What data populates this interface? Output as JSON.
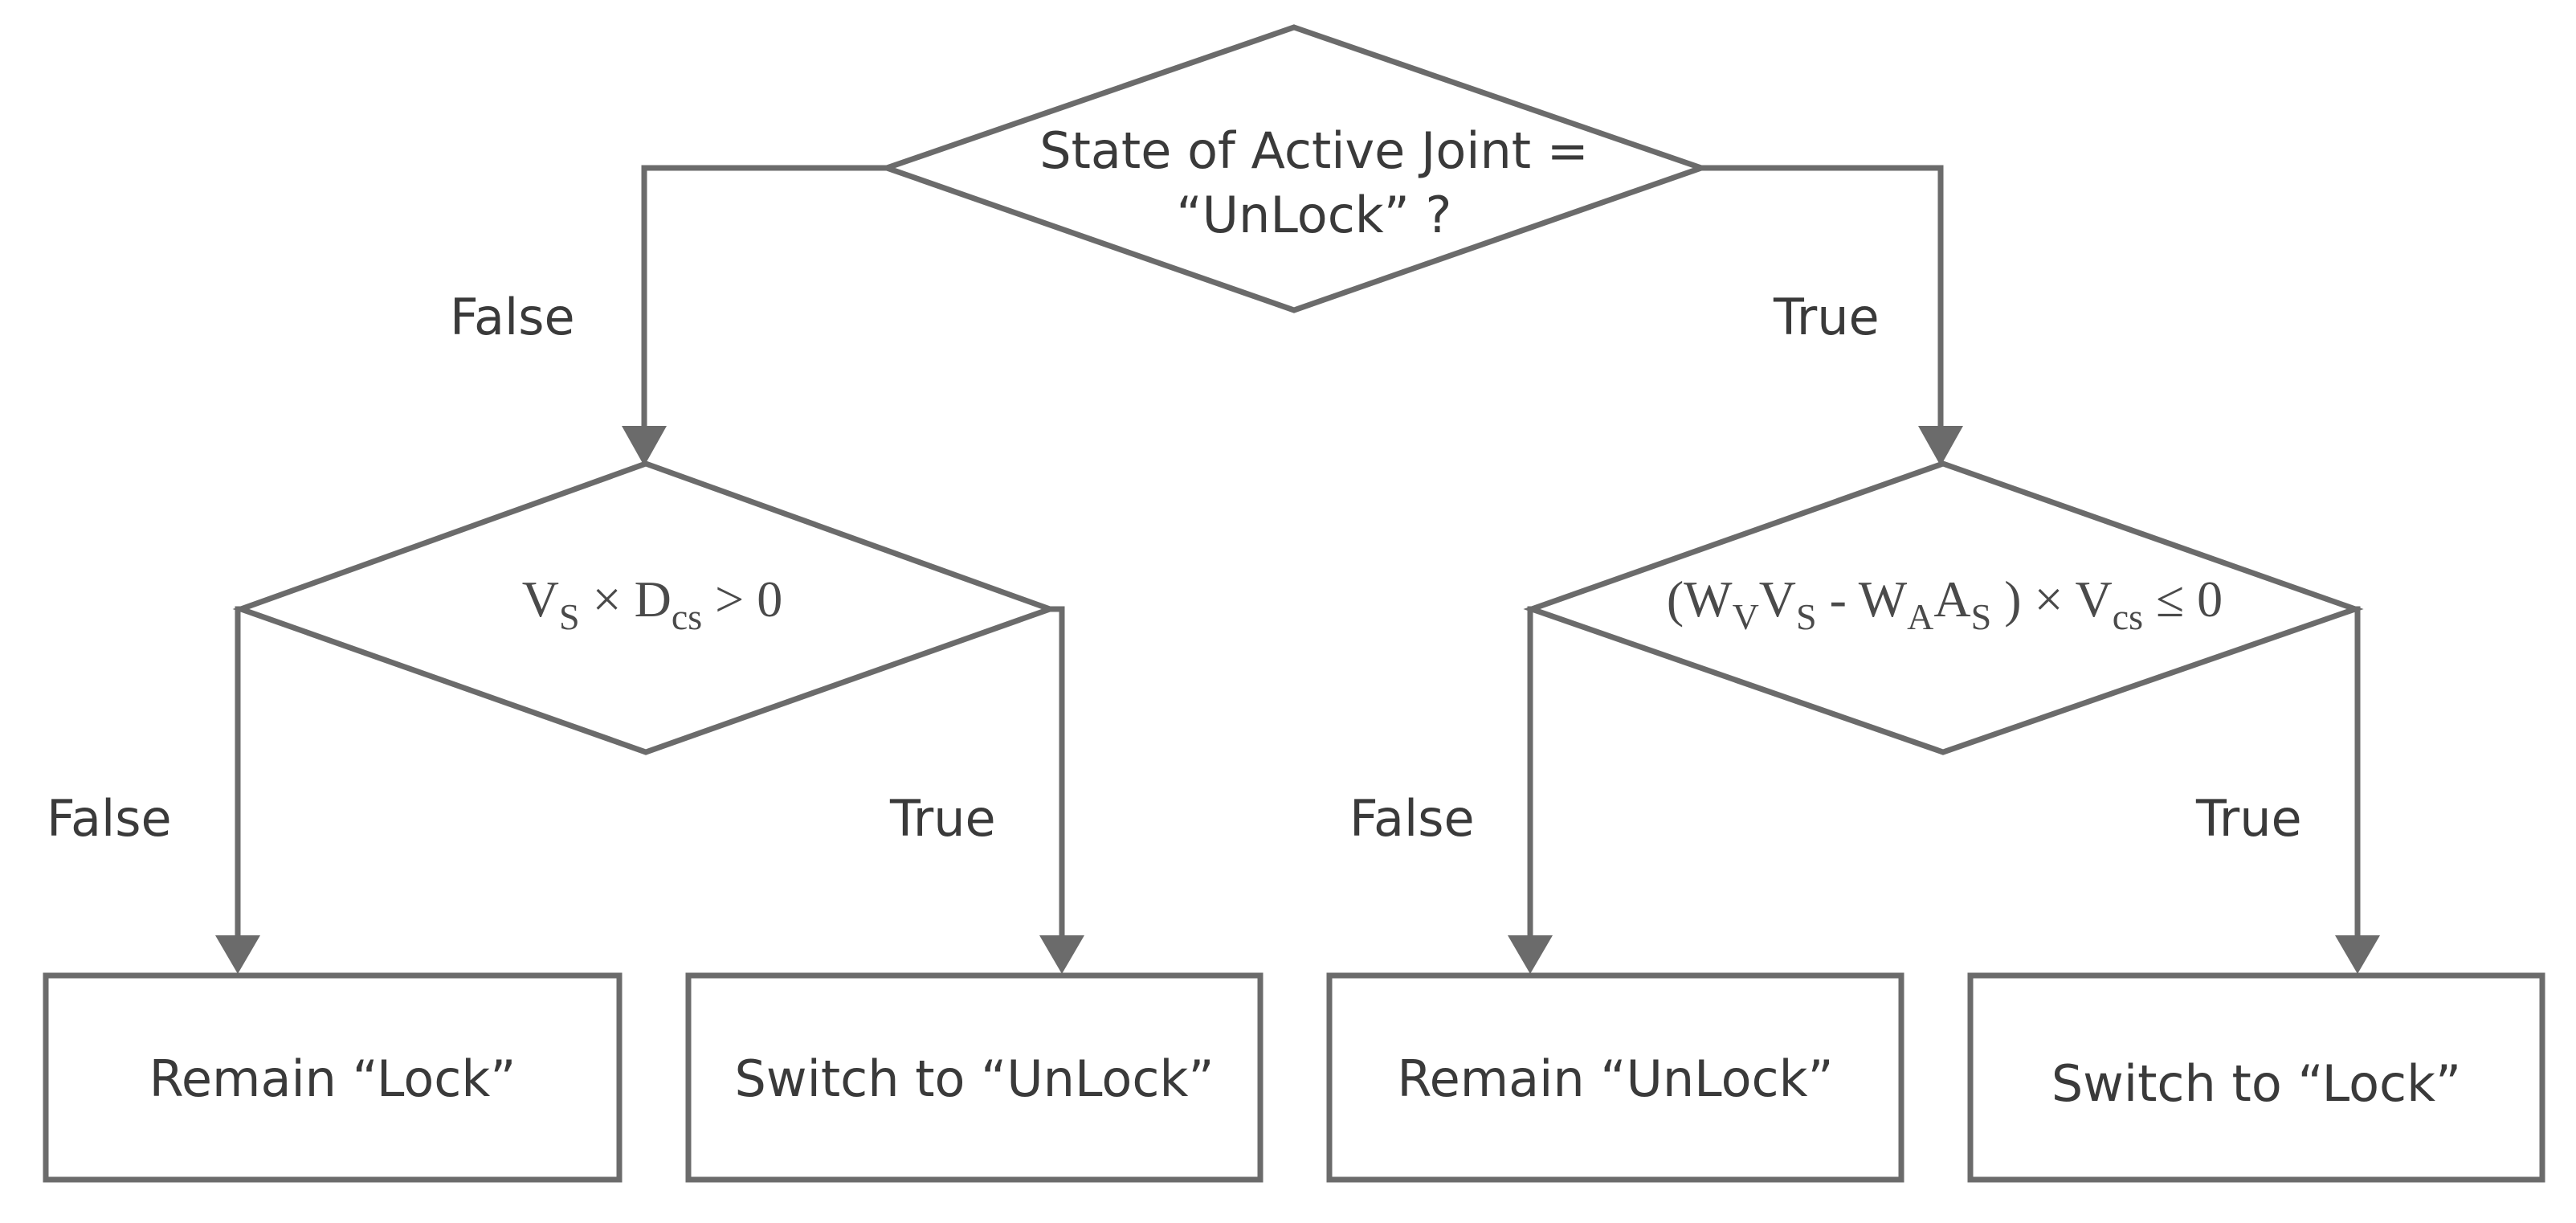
{
  "decisions": {
    "root": {
      "line1": "State of Active Joint =",
      "line2": "“UnLock”  ?"
    },
    "left": {
      "v": "V",
      "v_sub": "S",
      "op1": " × ",
      "d": "D",
      "d_sub": "cs",
      "rest": " > 0"
    },
    "right": {
      "open": "(W",
      "wv_sub": "V",
      "v": "V",
      "v_sub": "S",
      "minus": " - W",
      "wa_sub": "A",
      "a": "A",
      "a_sub": "S",
      "close_mul": " ) × V",
      "vcs_sub": "cs",
      "rest": "  ≤ 0"
    }
  },
  "branches": {
    "root_false": "False",
    "root_true": "True",
    "left_false": "False",
    "left_true": "True",
    "right_false": "False",
    "right_true": "True"
  },
  "outcomes": {
    "remain_lock": "Remain “Lock”",
    "switch_unlock": "Switch to “UnLock”",
    "remain_unlock": "Remain “UnLock”",
    "switch_lock": "Switch to “Lock”"
  }
}
